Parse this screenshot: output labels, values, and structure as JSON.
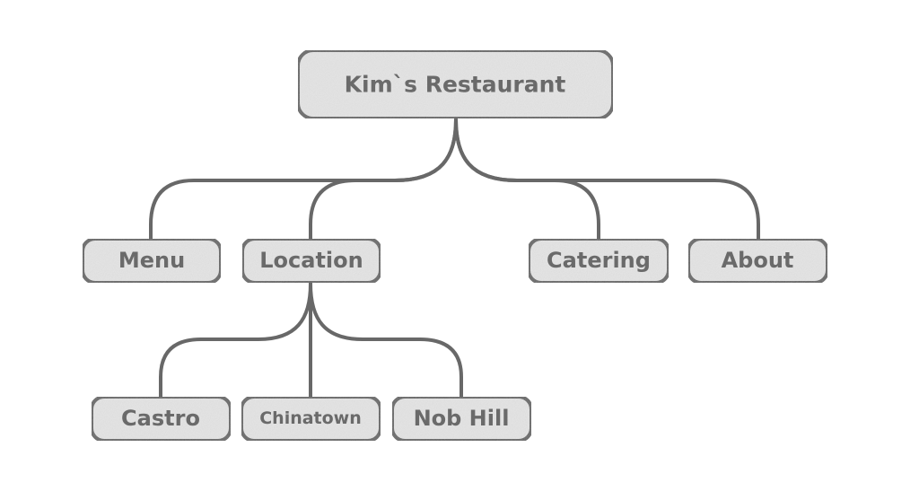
{
  "colors": {
    "node_fill": "#e4e4e4",
    "node_stroke": "#676767",
    "node_text": "#6a6a6a",
    "connector": "#686868",
    "background": "#ffffff"
  },
  "nodes": {
    "root": {
      "label": "Kim`s Restaurant"
    },
    "menu": {
      "label": "Menu"
    },
    "location": {
      "label": "Location"
    },
    "catering": {
      "label": "Catering"
    },
    "about": {
      "label": "About"
    },
    "castro": {
      "label": "Castro"
    },
    "chinatown": {
      "label": "Chinatown"
    },
    "nob_hill": {
      "label": "Nob Hill"
    }
  },
  "edges": [
    [
      "root",
      "menu"
    ],
    [
      "root",
      "location"
    ],
    [
      "root",
      "catering"
    ],
    [
      "root",
      "about"
    ],
    [
      "location",
      "castro"
    ],
    [
      "location",
      "chinatown"
    ],
    [
      "location",
      "nob_hill"
    ]
  ]
}
